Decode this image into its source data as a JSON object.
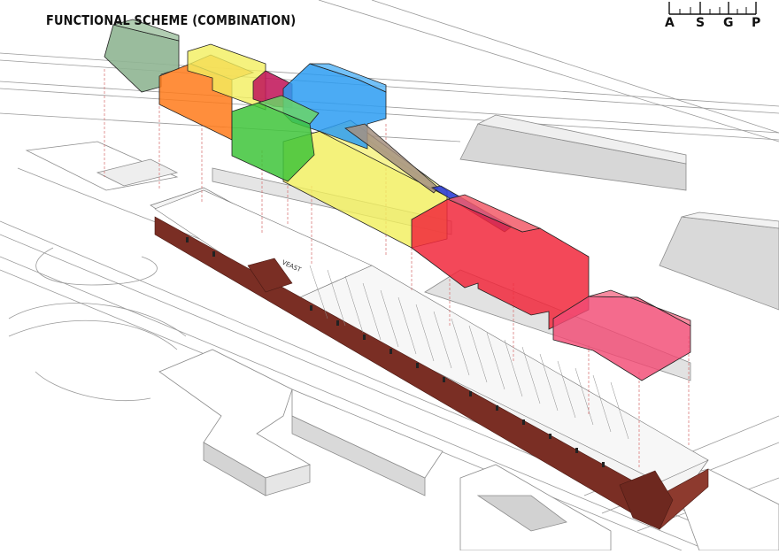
{
  "header": {
    "title": "FUNCTIONAL SCHEME (COMBINATION)"
  },
  "logo": {
    "letters": [
      "A",
      "S",
      "G",
      "P"
    ]
  },
  "diagram": {
    "labels": {
      "entrance_sign": "VEAST"
    },
    "colors": {
      "building_brick": "#7a2e24",
      "context_line": "#9a9a9a",
      "shadow": "#d7d7d7",
      "leader": "#d66a6a"
    },
    "volumes": [
      {
        "name": "green-gray",
        "color": "#8fb592"
      },
      {
        "name": "orange",
        "color": "#ff7a1a"
      },
      {
        "name": "yellow",
        "color": "#f2ef5e"
      },
      {
        "name": "magenta",
        "color": "#c2185b"
      },
      {
        "name": "blue",
        "color": "#2b9cf2"
      },
      {
        "name": "green",
        "color": "#3ec43a"
      },
      {
        "name": "brown",
        "color": "#a59080"
      },
      {
        "name": "dark-blue",
        "color": "#2f3fd6"
      },
      {
        "name": "red",
        "color": "#f1283c"
      },
      {
        "name": "pink",
        "color": "#f24a74"
      }
    ]
  }
}
